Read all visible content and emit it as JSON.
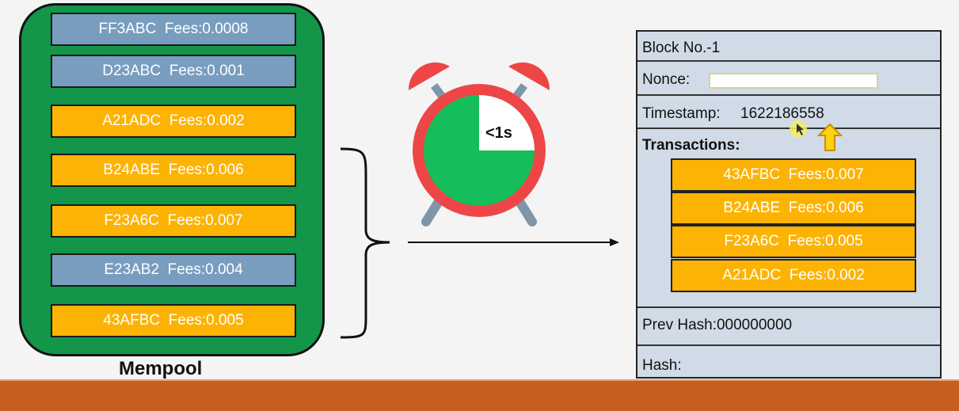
{
  "mempool": {
    "label": "Mempool",
    "transactions": [
      {
        "text": "FF3ABC  Fees:0.0008",
        "color": "blue"
      },
      {
        "text": "D23ABC  Fees:0.001",
        "color": "blue"
      },
      {
        "text": "A21ADC  Fees:0.002",
        "color": "orange"
      },
      {
        "text": "B24ABE  Fees:0.006",
        "color": "orange"
      },
      {
        "text": "F23A6C  Fees:0.007",
        "color": "orange"
      },
      {
        "text": "E23AB2  Fees:0.004",
        "color": "blue"
      },
      {
        "text": "43AFBC  Fees:0.005",
        "color": "orange"
      }
    ]
  },
  "timer": {
    "label": "<1s"
  },
  "block": {
    "number": "Block No.-1",
    "nonce_label": "Nonce:",
    "timestamp_label": "Timestamp:",
    "timestamp_value": "1622186558",
    "transactions_label": "Transactions:",
    "transactions": [
      "43AFBC  Fees:0.007",
      "B24ABE  Fees:0.006",
      "F23A6C  Fees:0.005",
      "A21ADC  Fees:0.002"
    ],
    "prev_hash": "Prev Hash:000000000",
    "hash": "Hash:"
  },
  "colors": {
    "blue": "#789dbf",
    "orange": "#fcb304",
    "mempool_green": "#13954a",
    "block_bg": "#d0dbe7",
    "footer": "#c75d21"
  }
}
